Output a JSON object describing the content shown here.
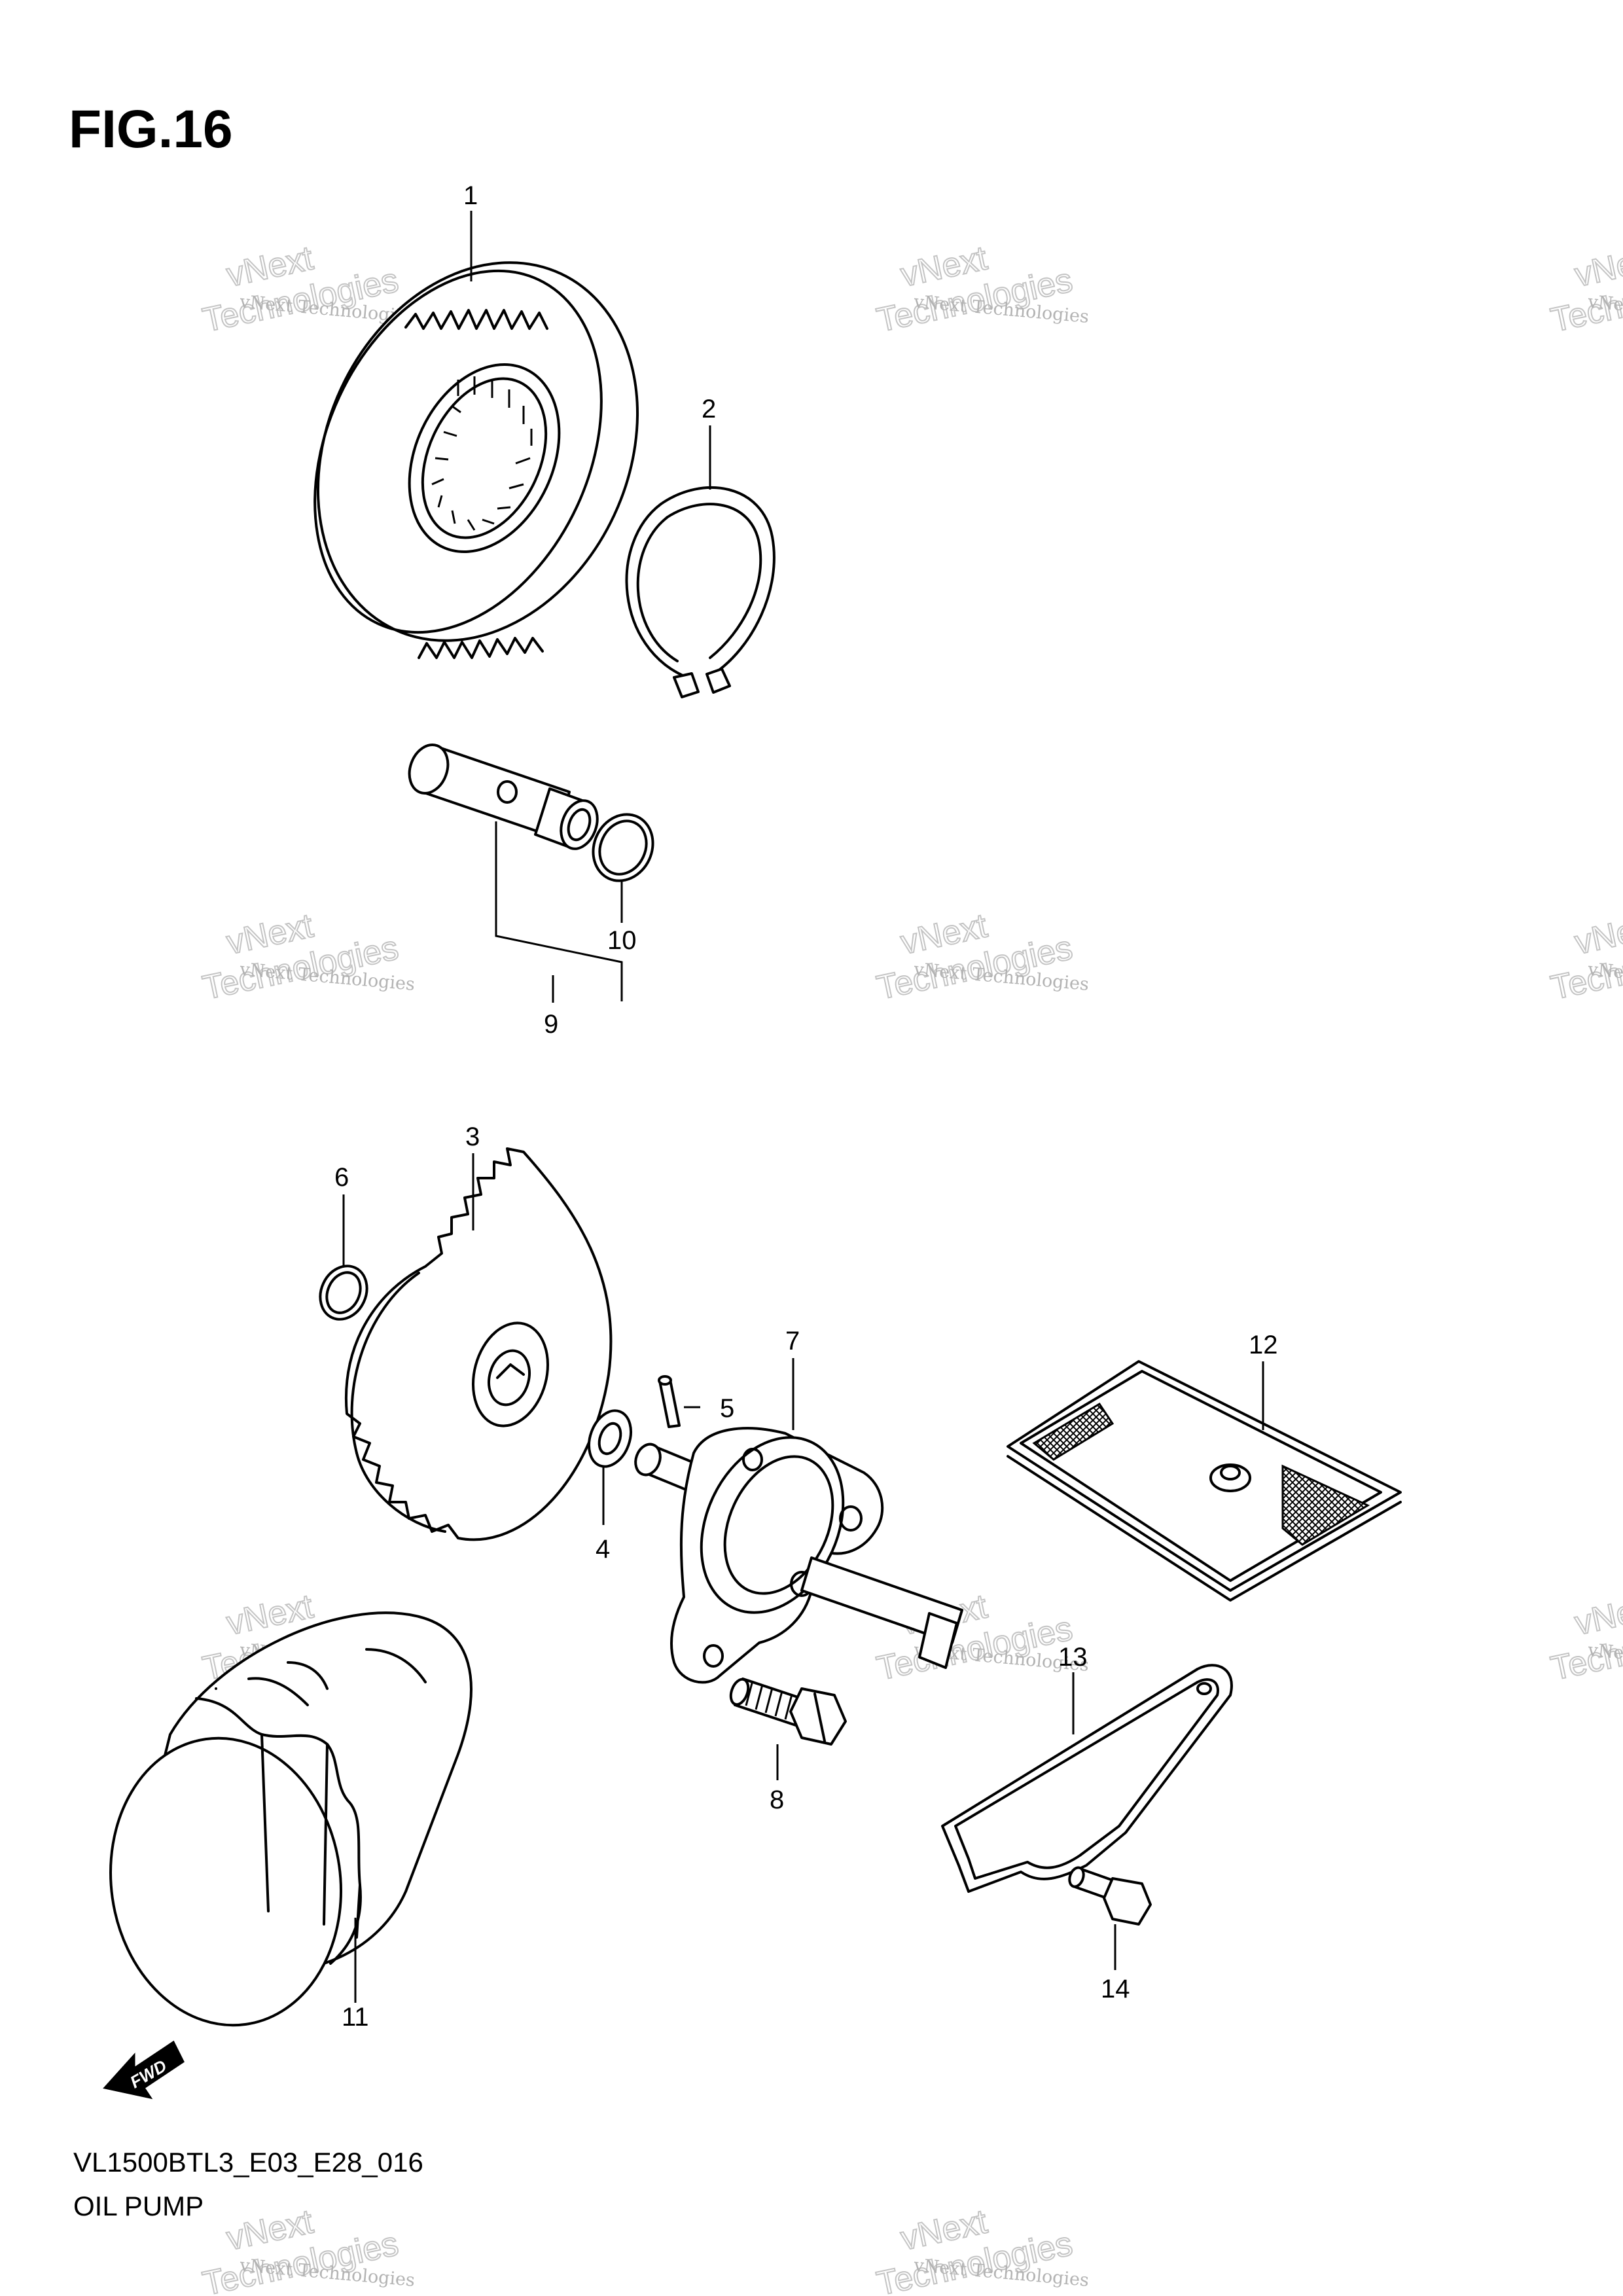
{
  "figure": {
    "title": "FIG.16"
  },
  "parts": [
    {
      "ref": "1"
    },
    {
      "ref": "2"
    },
    {
      "ref": "3"
    },
    {
      "ref": "4"
    },
    {
      "ref": "5"
    },
    {
      "ref": "6"
    },
    {
      "ref": "7"
    },
    {
      "ref": "8"
    },
    {
      "ref": "9"
    },
    {
      "ref": "10"
    },
    {
      "ref": "11"
    },
    {
      "ref": "12"
    },
    {
      "ref": "13"
    },
    {
      "ref": "14"
    }
  ],
  "watermark": {
    "line_small": "vNext Technologies",
    "line_big_1": "vNext",
    "line_big_2": "Technologies"
  },
  "fwd_label": "FWD",
  "footer": {
    "model_code": "VL1500BTL3_E03_E28_016",
    "section": "OIL PUMP"
  },
  "colors": {
    "line": "#000000",
    "background": "#ffffff",
    "watermark": "#bdbdbd"
  }
}
